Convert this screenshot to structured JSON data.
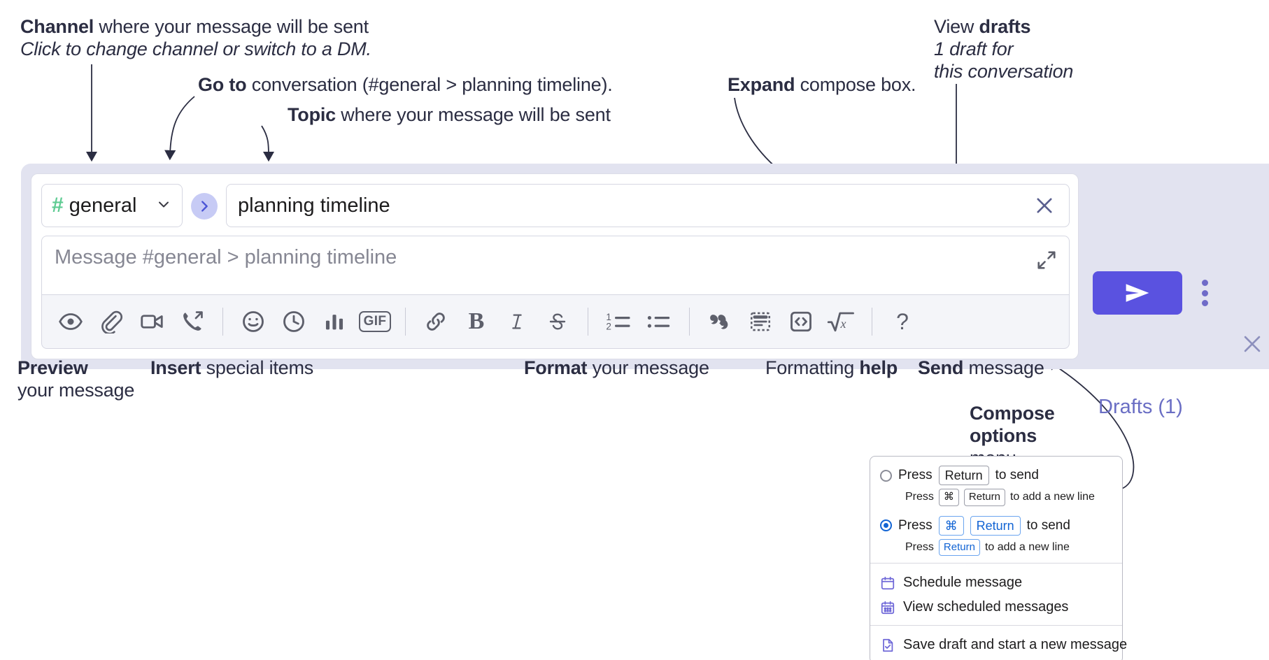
{
  "annotations": {
    "channel": {
      "bold": "Channel",
      "rest": " where your message will be sent",
      "italic": "Click to change channel or switch to a DM."
    },
    "goto": {
      "bold": "Go to",
      "rest": " conversation (#general > planning timeline)."
    },
    "topic": {
      "bold": "Topic",
      "rest": " where your message will be sent"
    },
    "expand": {
      "bold": "Expand",
      "rest": " compose box."
    },
    "drafts": {
      "prefix": "View ",
      "bold": "drafts",
      "italic1": "1 draft for",
      "italic2": "this conversation"
    },
    "preview": {
      "bold": "Preview",
      "rest": "your message"
    },
    "insert": {
      "bold": "Insert",
      "rest": " special items"
    },
    "format": {
      "bold": "Format",
      "rest": " your message"
    },
    "help": {
      "prefix": "Formatting ",
      "bold": "help"
    },
    "send": {
      "bold": "Send",
      "rest": " message"
    },
    "compose_options": {
      "bold1": "Compose",
      "bold2": "options",
      "rest": "menu"
    }
  },
  "compose": {
    "channel_name": "general",
    "hash_icon": "hash-icon",
    "chevron_icon": "chevron-down-icon",
    "goto_icon": "chevron-right-icon",
    "topic_value": "planning timeline",
    "topic_clear_icon": "close-icon",
    "message_placeholder": "Message #general > planning timeline",
    "expand_icon": "expand-icon",
    "drafts_label": "Drafts (1)",
    "panel_close_icon": "close-icon",
    "send_icon": "send-paper-plane-icon",
    "kebab_icon": "more-options-vertical-icon"
  },
  "toolbar": {
    "items": [
      {
        "name": "preview-message",
        "icon": "eye-icon",
        "type": "icon"
      },
      {
        "name": "attach-file",
        "icon": "paperclip-icon",
        "type": "icon"
      },
      {
        "name": "record-video-clip",
        "icon": "video-camera-icon",
        "type": "icon"
      },
      {
        "name": "record-audio-clip",
        "icon": "phone-outgoing-icon",
        "type": "icon"
      },
      {
        "name": "separator-1",
        "icon": "",
        "type": "sep"
      },
      {
        "name": "emoji",
        "icon": "smiley-icon",
        "type": "icon"
      },
      {
        "name": "schedule-reminder",
        "icon": "clock-icon",
        "type": "icon"
      },
      {
        "name": "poll",
        "icon": "bar-chart-icon",
        "type": "icon"
      },
      {
        "name": "gif",
        "icon": "gif-icon",
        "type": "gif",
        "label": "GIF"
      },
      {
        "name": "separator-2",
        "icon": "",
        "type": "sep"
      },
      {
        "name": "link",
        "icon": "link-icon",
        "type": "icon"
      },
      {
        "name": "bold",
        "icon": "bold-icon",
        "type": "icon"
      },
      {
        "name": "italic",
        "icon": "italic-icon",
        "type": "icon"
      },
      {
        "name": "strikethrough",
        "icon": "strikethrough-icon",
        "type": "icon"
      },
      {
        "name": "separator-3",
        "icon": "",
        "type": "sep"
      },
      {
        "name": "ordered-list",
        "icon": "ordered-list-icon",
        "type": "icon"
      },
      {
        "name": "bulleted-list",
        "icon": "bulleted-list-icon",
        "type": "icon"
      },
      {
        "name": "separator-4",
        "icon": "",
        "type": "sep"
      },
      {
        "name": "blockquote",
        "icon": "quote-icon",
        "type": "icon"
      },
      {
        "name": "code-block",
        "icon": "code-block-icon",
        "type": "icon"
      },
      {
        "name": "inline-code",
        "icon": "code-brackets-icon",
        "type": "icon"
      },
      {
        "name": "math",
        "icon": "square-root-icon",
        "type": "icon"
      },
      {
        "name": "separator-5",
        "icon": "",
        "type": "sep"
      },
      {
        "name": "formatting-help",
        "icon": "question-mark-icon",
        "type": "qmark",
        "label": "?"
      }
    ]
  },
  "menu": {
    "option1": {
      "press": "Press",
      "key": "Return",
      "tail": "to send",
      "sub_press": "Press",
      "sub_key1": "⌘",
      "sub_key2": "Return",
      "sub_tail": "to add a new line",
      "selected": false
    },
    "option2": {
      "press": "Press",
      "key1": "⌘",
      "key2": "Return",
      "tail": "to send",
      "sub_press": "Press",
      "sub_key": "Return",
      "sub_tail": "to add a new line",
      "selected": true
    },
    "items": [
      {
        "label": "Schedule message",
        "icon": "calendar-icon"
      },
      {
        "label": "View scheduled messages",
        "icon": "calendar-grid-icon"
      },
      {
        "label": "Save draft and start a new message",
        "icon": "document-check-icon"
      }
    ]
  },
  "colors": {
    "panel_bg": "#e2e3f0",
    "send_button": "#5a52e0",
    "hash_green": "#5ecb92",
    "drafts_text": "#6a6ec4",
    "goto_circle": "#c7cbf5",
    "accent_blue": "#1264d4",
    "menu_icon": "#6f68d8"
  }
}
